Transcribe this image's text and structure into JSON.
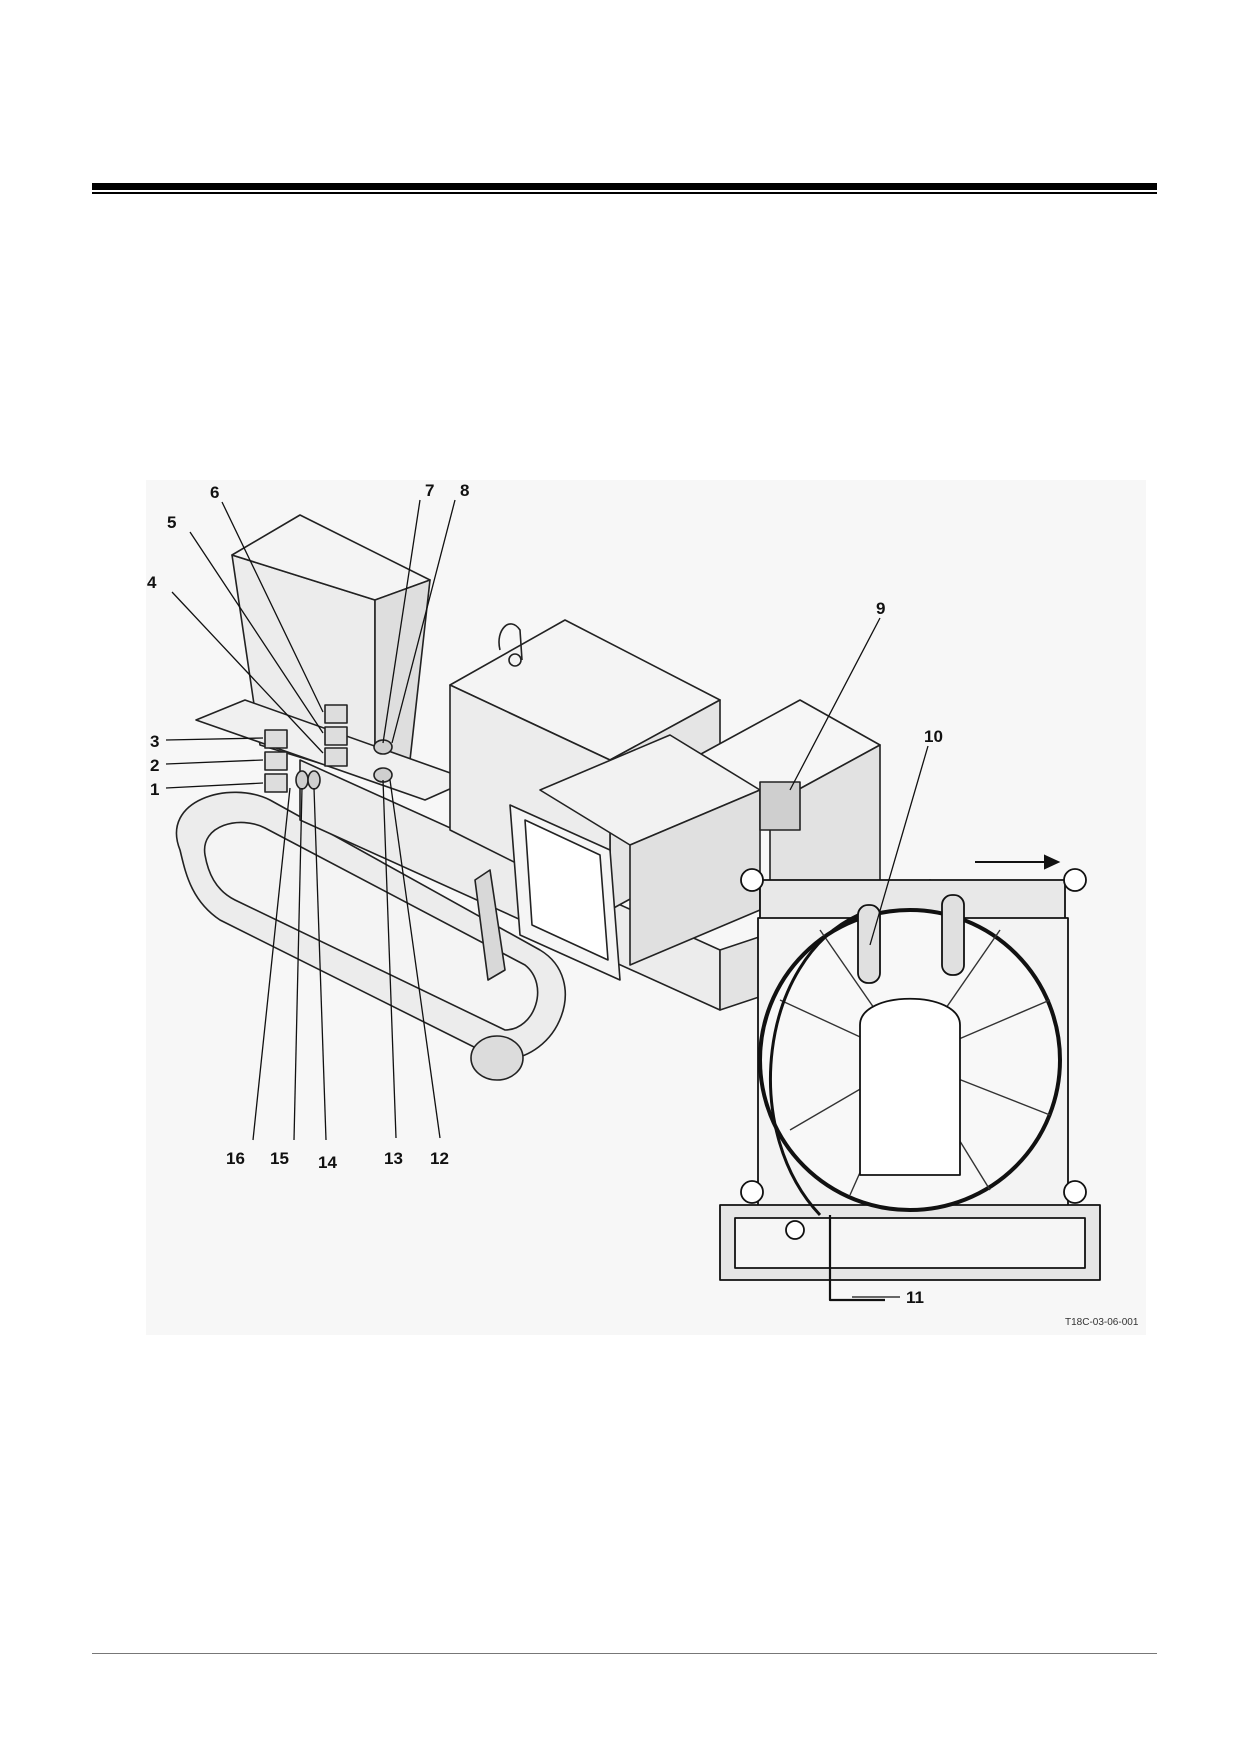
{
  "figure": {
    "callouts": [
      "1",
      "2",
      "3",
      "4",
      "5",
      "6",
      "7",
      "8",
      "9",
      "10",
      "11",
      "12",
      "13",
      "14",
      "15",
      "16"
    ],
    "code": "T18C-03-06-001"
  }
}
